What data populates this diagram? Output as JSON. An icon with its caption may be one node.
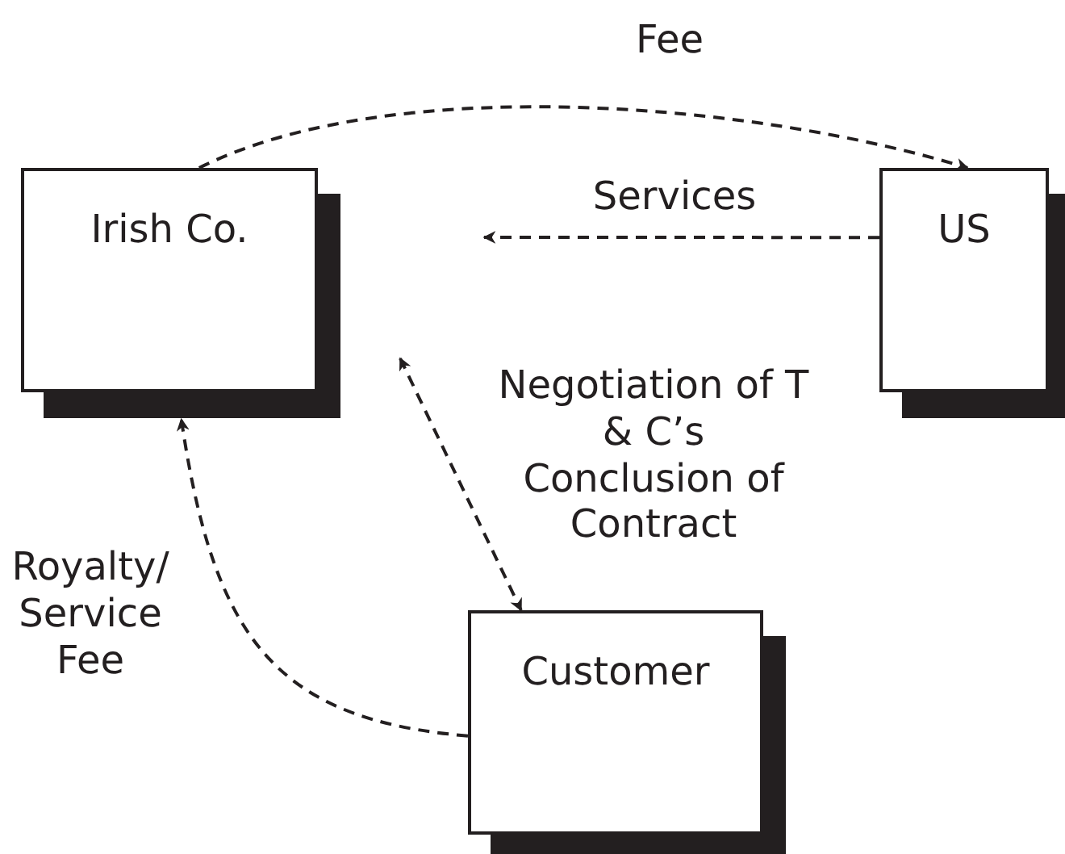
{
  "diagram": {
    "nodes": [
      {
        "text": [
          "Irish Co."
        ]
      },
      {
        "text": [
          "US"
        ]
      },
      {
        "text": [
          "Customer"
        ]
      }
    ],
    "edges": [
      {
        "from": 0,
        "to": 1,
        "arrow": "to",
        "label": "Fee",
        "style": "dashed"
      },
      {
        "from": 1,
        "to": null,
        "arrow": "to",
        "label": "Services",
        "style": "dashed"
      },
      {
        "from": null,
        "to": 2,
        "arrow": "both",
        "label": "Negotiation of T & C’s Conclusion of Contract",
        "style": "dashed"
      },
      {
        "from": 2,
        "to": 0,
        "arrow": "to",
        "label": "Royalty/ Service Fee",
        "style": "dashed"
      }
    ]
  }
}
